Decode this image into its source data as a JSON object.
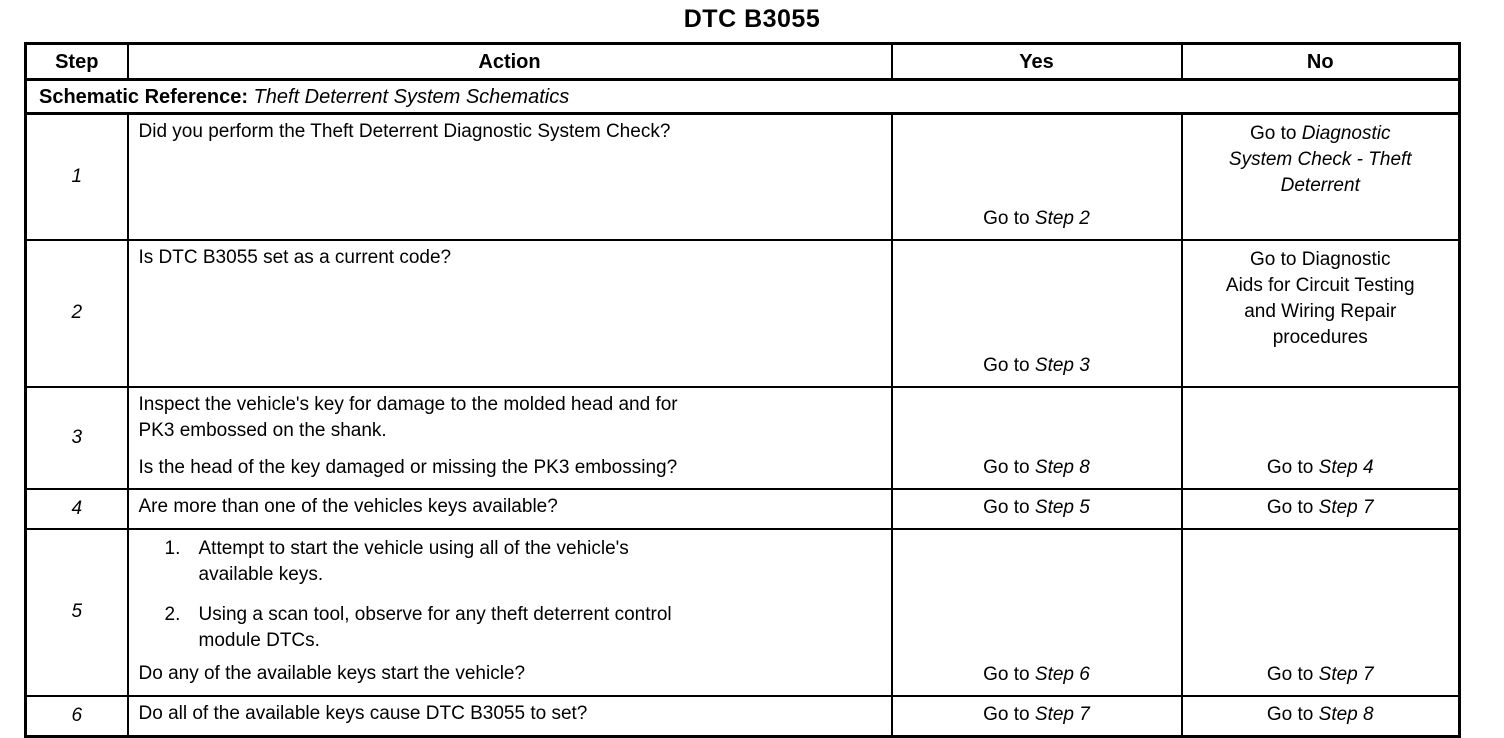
{
  "page_title": "DTC B3055",
  "table": {
    "columns": [
      "Step",
      "Action",
      "Yes",
      "No"
    ],
    "schematic_reference": {
      "label": "Schematic Reference:",
      "value": "Theft Deterrent System Schematics"
    },
    "rows": [
      {
        "step": "1",
        "action": {
          "intro": [
            "Did you perform the Theft Deterrent Diagnostic System Check?"
          ]
        },
        "yes": [
          {
            "t": "Go to ",
            "i": false
          },
          {
            "t": "Step 2",
            "i": true
          }
        ],
        "no": [
          {
            "t": "Go to ",
            "i": false
          },
          {
            "t": "Diagnostic",
            "i": true,
            "br": true
          },
          {
            "t": "System Check - Theft",
            "i": true,
            "br": true
          },
          {
            "t": "Deterrent",
            "i": true
          }
        ]
      },
      {
        "step": "2",
        "action": {
          "intro": [
            "Is DTC B3055 set as a current code?"
          ]
        },
        "yes": [
          {
            "t": "Go to ",
            "i": false
          },
          {
            "t": "Step 3",
            "i": true
          }
        ],
        "no": [
          {
            "t": "Go to Diagnostic",
            "i": false,
            "br": true
          },
          {
            "t": "Aids for Circuit Testing",
            "i": false,
            "br": true
          },
          {
            "t": "and Wiring Repair",
            "i": false,
            "br": true
          },
          {
            "t": "procedures",
            "i": false
          }
        ]
      },
      {
        "step": "3",
        "action": {
          "intro": [
            "Inspect the vehicle's key for damage to the molded head and for",
            "PK3 embossed on the shank."
          ],
          "question": [
            "Is the head of the key damaged or missing the PK3 embossing?"
          ]
        },
        "yes": [
          {
            "t": "Go to ",
            "i": false
          },
          {
            "t": "Step 8",
            "i": true
          }
        ],
        "no": [
          {
            "t": "Go to ",
            "i": false
          },
          {
            "t": "Step 4",
            "i": true
          }
        ]
      },
      {
        "step": "4",
        "action": {
          "intro": [
            "Are more than one of the vehicles keys available?"
          ]
        },
        "yes": [
          {
            "t": "Go to ",
            "i": false
          },
          {
            "t": "Step 5",
            "i": true
          }
        ],
        "no": [
          {
            "t": "Go to ",
            "i": false
          },
          {
            "t": "Step 7",
            "i": true
          }
        ]
      },
      {
        "step": "5",
        "action": {
          "list": [
            {
              "num": "1.",
              "lines": [
                "Attempt to start the vehicle using all of the vehicle's",
                "available keys."
              ]
            },
            {
              "num": "2.",
              "lines": [
                "Using a scan tool, observe for any theft deterrent control",
                "module DTCs."
              ]
            }
          ],
          "question": [
            "Do any of the available keys start the vehicle?"
          ]
        },
        "yes": [
          {
            "t": "Go to ",
            "i": false
          },
          {
            "t": "Step 6",
            "i": true
          }
        ],
        "no": [
          {
            "t": "Go to ",
            "i": false
          },
          {
            "t": "Step 7",
            "i": true
          }
        ]
      },
      {
        "step": "6",
        "action": {
          "intro": [
            "Do all of the available keys cause DTC B3055 to set?"
          ]
        },
        "yes": [
          {
            "t": "Go to ",
            "i": false
          },
          {
            "t": "Step 7",
            "i": true
          }
        ],
        "no": [
          {
            "t": "Go to ",
            "i": false
          },
          {
            "t": "Step 8",
            "i": true
          }
        ]
      }
    ]
  },
  "colors": {
    "ink": "#000000",
    "paper": "#ffffff"
  }
}
